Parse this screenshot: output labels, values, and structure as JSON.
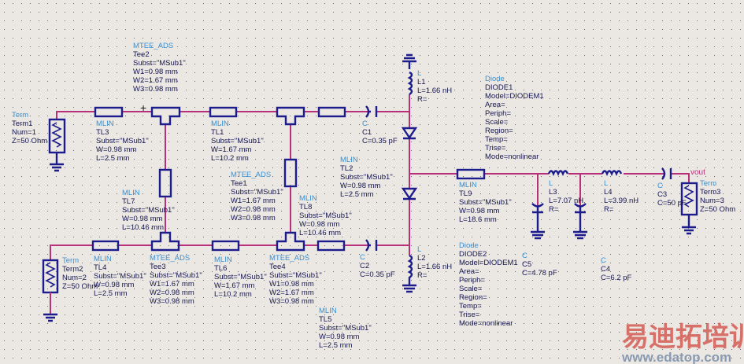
{
  "colors": {
    "wire": "#b8307a",
    "component": "#1c1c8c",
    "type_label": "#3a8fd0",
    "text": "#161650",
    "background": "#ebe8e3"
  },
  "net_labels": {
    "vout": "vout"
  },
  "labels": [
    {
      "id": "tee2",
      "lines": [
        "MTEE_ADS",
        "Tee2",
        "Subst=\"MSub1\"",
        "W1=0.98 mm",
        "W2=1.67 mm",
        "W3=0.98 mm"
      ]
    },
    {
      "id": "term1",
      "lines": [
        "Term",
        "Term1",
        "Num=1",
        "Z=50 Ohm"
      ]
    },
    {
      "id": "tl3",
      "lines": [
        "MLIN",
        "TL3",
        "Subst=\"MSub1\"",
        "W=0.98 mm",
        "L=2.5 mm"
      ]
    },
    {
      "id": "tl1",
      "lines": [
        "MLIN",
        "TL1",
        "Subst=\"MSub1\"",
        "W=1.67 mm",
        "L=10.2 mm"
      ]
    },
    {
      "id": "tee1",
      "lines": [
        "MTEE_ADS",
        "Tee1",
        "Subst=\"MSub1\"",
        "W1=1.67 mm",
        "W2=0.98 mm",
        "W3=0.98 mm"
      ]
    },
    {
      "id": "tl7",
      "lines": [
        "MLIN",
        "TL7",
        "Subst=\"MSub1\"",
        "W=0.98 mm",
        "L=10.46 mm"
      ]
    },
    {
      "id": "tl8",
      "lines": [
        "MLIN",
        "TL8",
        "Subst=\"MSub1\"",
        "W=0.98 mm",
        "L=10.46 mm"
      ]
    },
    {
      "id": "tl2",
      "lines": [
        "MLIN",
        "TL2",
        "Subst=\"MSub1\"",
        "W=0.98 mm",
        "L=2.5 mm"
      ]
    },
    {
      "id": "c1",
      "lines": [
        "C",
        "C1",
        "C=0.35 pF"
      ]
    },
    {
      "id": "l1",
      "lines": [
        "L",
        "L1",
        "L=1.66 nH",
        "R="
      ]
    },
    {
      "id": "diode1",
      "lines": [
        "Diode",
        "DIODE1",
        "Model=DIODEM1",
        "Area=",
        "Periph=",
        "Scale=",
        "Region=",
        "Temp=",
        "Trise=",
        "Mode=nonlinear"
      ]
    },
    {
      "id": "tl9",
      "lines": [
        "MLIN",
        "TL9",
        "Subst=\"MSub1\"",
        "W=0.98 mm",
        "L=18.6 mm"
      ]
    },
    {
      "id": "l3",
      "lines": [
        "L",
        "L3",
        "L=7.07 nH",
        "R="
      ]
    },
    {
      "id": "l4",
      "lines": [
        "L",
        "L4",
        "L=3.99 nH",
        "R="
      ]
    },
    {
      "id": "c3",
      "lines": [
        "C",
        "C3",
        "C=50 pF"
      ]
    },
    {
      "id": "term3",
      "lines": [
        "Term",
        "Term3",
        "Num=3",
        "Z=50 Ohm"
      ]
    },
    {
      "id": "term2",
      "lines": [
        "Term",
        "Term2",
        "Num=2",
        "Z=50 Ohm"
      ]
    },
    {
      "id": "tl4",
      "lines": [
        "MLIN",
        "TL4",
        "Subst=\"MSub1\"",
        "W=0.98 mm",
        "L=2.5 mm"
      ]
    },
    {
      "id": "tee3",
      "lines": [
        "MTEE_ADS",
        "Tee3",
        "Subst=\"MSub1\"",
        "W1=1.67 mm",
        "W2=0.98 mm",
        "W3=0.98 mm"
      ]
    },
    {
      "id": "tl6",
      "lines": [
        "MLIN",
        "TL6",
        "Subst=\"MSub1\"",
        "W=1.67 mm",
        "L=10.2 mm"
      ]
    },
    {
      "id": "tee4",
      "lines": [
        "MTEE_ADS",
        "Tee4",
        "Subst=\"MSub1\"",
        "W1=0.98 mm",
        "W2=1.67 mm",
        "W3=0.98 mm"
      ]
    },
    {
      "id": "tl5",
      "lines": [
        "MLIN",
        "TL5",
        "Subst=\"MSub1\"",
        "W=0.98 mm",
        "L=2.5 mm"
      ]
    },
    {
      "id": "c2",
      "lines": [
        "C",
        "C2",
        "C=0.35 pF"
      ]
    },
    {
      "id": "l2",
      "lines": [
        "L",
        "L2",
        "L=1.66 nH",
        "R="
      ]
    },
    {
      "id": "diode2",
      "lines": [
        "Diode",
        "DIODE2",
        "Model=DIODEM1",
        "Area=",
        "Periph=",
        "Scale=",
        "Region=",
        "Temp=",
        "Trise=",
        "Mode=nonlinear"
      ]
    },
    {
      "id": "c5",
      "lines": [
        "C",
        "C5",
        "C=4.78 pF"
      ]
    },
    {
      "id": "c4",
      "lines": [
        "C",
        "C4",
        "C=6.2 pF"
      ]
    }
  ],
  "watermark": {
    "chinese": "易迪拓培训",
    "url": "www.edatop.com"
  }
}
